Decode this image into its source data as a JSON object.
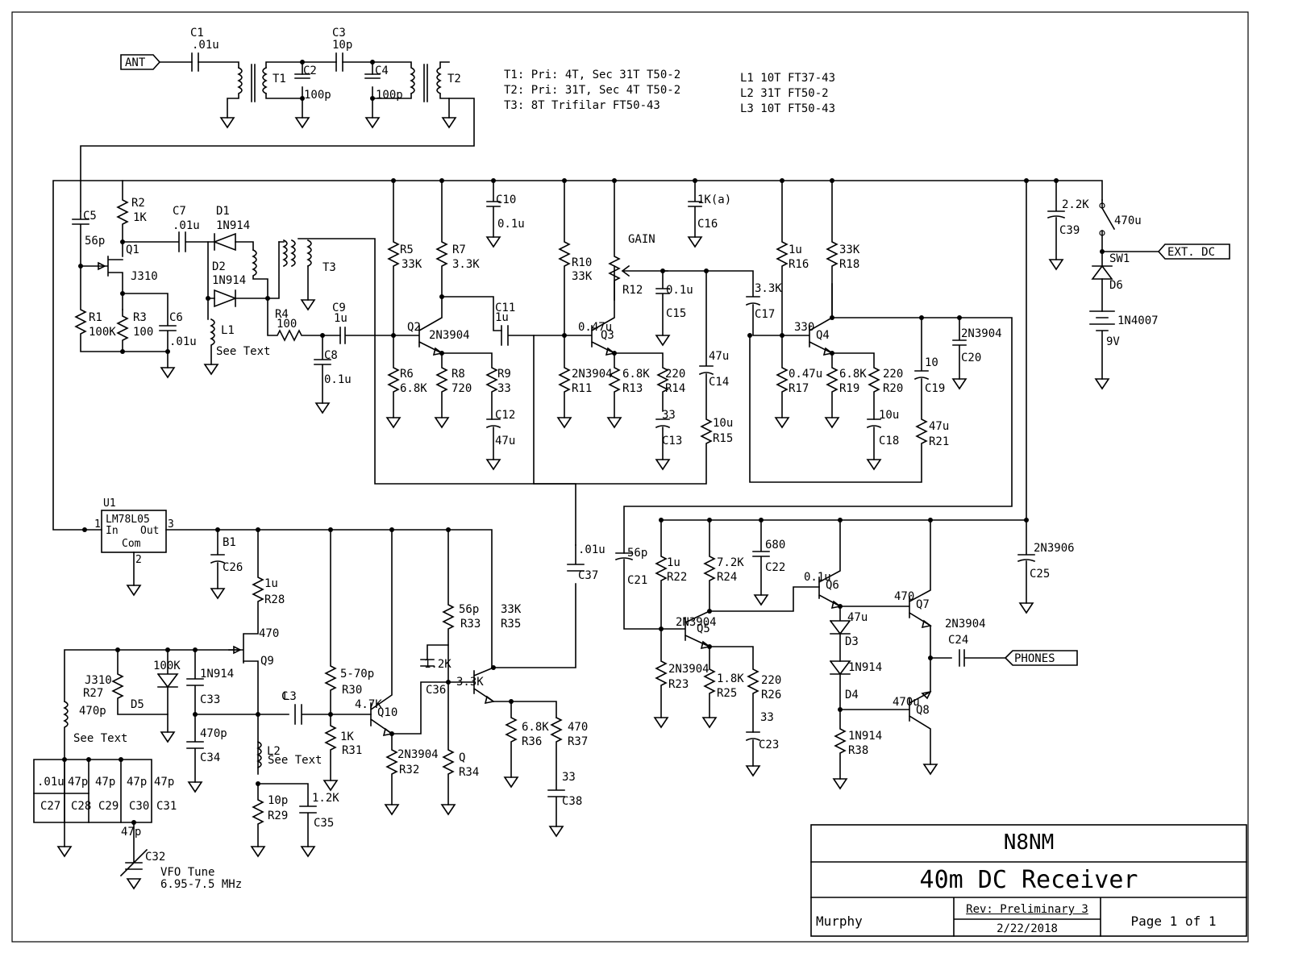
{
  "title_block": {
    "designer_call": "N8NM",
    "title": "40m DC Receiver",
    "author": "Murphy",
    "revision": "Rev: Preliminary 3",
    "date": "2/22/2018",
    "page": "Page 1 of 1"
  },
  "notes": {
    "transformers": [
      "T1: Pri: 4T, Sec 31T T50-2",
      "T2: Pri: 31T, Sec 4T T50-2",
      "T3: 8T Trifilar FT50-43"
    ],
    "inductors": [
      "L1 10T FT37-43",
      "L2 31T FT50-2",
      "L3 10T FT50-43"
    ],
    "vfo_tune": "VFO Tune",
    "vfo_range": "6.95-7.5 MHz",
    "see_text": "See Text",
    "gain": "GAIN"
  },
  "ports": {
    "ant": "ANT",
    "ext_dc": "EXT. DC",
    "phones": "PHONES"
  },
  "u1": {
    "ref": "U1",
    "part": "LM78L05",
    "in": "In",
    "out": "Out",
    "com": "Com",
    "pin1": "1",
    "pin2": "2",
    "pin3": "3"
  },
  "labels": [
    {
      "t": "C1"
    },
    {
      "t": ".01u"
    },
    {
      "t": "C3"
    },
    {
      "t": "10p"
    },
    {
      "t": "T1"
    },
    {
      "t": "C2"
    },
    {
      "t": "100p"
    },
    {
      "t": "C4"
    },
    {
      "t": "100p"
    },
    {
      "t": "T2"
    },
    {
      "t": "C5"
    },
    {
      "t": "56p"
    },
    {
      "t": "R2"
    },
    {
      "t": "1K"
    },
    {
      "t": "C7"
    },
    {
      "t": ".01u"
    },
    {
      "t": "D1"
    },
    {
      "t": "1N914"
    },
    {
      "t": "Q1"
    },
    {
      "t": "J310"
    },
    {
      "t": "D2"
    },
    {
      "t": "1N914"
    },
    {
      "t": "T3"
    },
    {
      "t": "R1"
    },
    {
      "t": "100K"
    },
    {
      "t": "R3"
    },
    {
      "t": "100"
    },
    {
      "t": "C6"
    },
    {
      "t": ".01u"
    },
    {
      "t": "L1"
    },
    {
      "t": "R4"
    },
    {
      "t": "100"
    },
    {
      "t": "C9"
    },
    {
      "t": "1u"
    },
    {
      "t": "C8"
    },
    {
      "t": "0.1u"
    },
    {
      "t": "C10"
    },
    {
      "t": "0.1u"
    },
    {
      "t": "R5"
    },
    {
      "t": "33K"
    },
    {
      "t": "R7"
    },
    {
      "t": "3.3K"
    },
    {
      "t": "Q2"
    },
    {
      "t": "2N3904"
    },
    {
      "t": "R6"
    },
    {
      "t": "6.8K"
    },
    {
      "t": "R8"
    },
    {
      "t": "720"
    },
    {
      "t": "R9"
    },
    {
      "t": "33"
    },
    {
      "t": "C12"
    },
    {
      "t": "47u"
    },
    {
      "t": "C11"
    },
    {
      "t": "1u"
    },
    {
      "t": "R10"
    },
    {
      "t": "33K"
    },
    {
      "t": "R12"
    },
    {
      "t": "1K(a)"
    },
    {
      "t": "C16"
    },
    {
      "t": "0.1u"
    },
    {
      "t": "C15"
    },
    {
      "t": "0.47u"
    },
    {
      "t": "Q3"
    },
    {
      "t": "2N3904"
    },
    {
      "t": "R11"
    },
    {
      "t": "6.8K"
    },
    {
      "t": "R13"
    },
    {
      "t": "220"
    },
    {
      "t": "R14"
    },
    {
      "t": "33"
    },
    {
      "t": "C13"
    },
    {
      "t": "47u"
    },
    {
      "t": "C14"
    },
    {
      "t": "10u"
    },
    {
      "t": "R15"
    },
    {
      "t": "3.3K"
    },
    {
      "t": "C17"
    },
    {
      "t": "1u"
    },
    {
      "t": "R16"
    },
    {
      "t": "33K"
    },
    {
      "t": "R18"
    },
    {
      "t": "330"
    },
    {
      "t": "Q4"
    },
    {
      "t": "2N3904"
    },
    {
      "t": "C20"
    },
    {
      "t": "0.47u"
    },
    {
      "t": "R17"
    },
    {
      "t": "6.8K"
    },
    {
      "t": "R19"
    },
    {
      "t": "220"
    },
    {
      "t": "R20"
    },
    {
      "t": "10"
    },
    {
      "t": "C19"
    },
    {
      "t": "10u"
    },
    {
      "t": "C18"
    },
    {
      "t": "47u"
    },
    {
      "t": "R21"
    },
    {
      "t": "2.2K"
    },
    {
      "t": "C39"
    },
    {
      "t": "470u"
    },
    {
      "t": "SW1"
    },
    {
      "t": "D6"
    },
    {
      "t": "1N4007"
    },
    {
      "t": "9V"
    },
    {
      "t": "B1"
    },
    {
      "t": "C26"
    },
    {
      "t": "1u"
    },
    {
      "t": "R28"
    },
    {
      "t": "470"
    },
    {
      "t": "Q9"
    },
    {
      "t": "J310"
    },
    {
      "t": "R27"
    },
    {
      "t": "100K"
    },
    {
      "t": "D5"
    },
    {
      "t": "1N914"
    },
    {
      "t": "C33"
    },
    {
      "t": "470p"
    },
    {
      "t": "C34"
    },
    {
      "t": "470p"
    },
    {
      "t": "L2"
    },
    {
      "t": "L3"
    },
    {
      "t": "C"
    },
    {
      "t": "10p"
    },
    {
      "t": "R29"
    },
    {
      "t": "1.2K"
    },
    {
      "t": "C35"
    },
    {
      "t": ".01u"
    },
    {
      "t": "C27"
    },
    {
      "t": "47p"
    },
    {
      "t": "C28"
    },
    {
      "t": "47p"
    },
    {
      "t": "C29"
    },
    {
      "t": "47p"
    },
    {
      "t": "C30"
    },
    {
      "t": "47p"
    },
    {
      "t": "C31"
    },
    {
      "t": "47p"
    },
    {
      "t": "C32"
    },
    {
      "t": "5-70p"
    },
    {
      "t": "R30"
    },
    {
      "t": "1K"
    },
    {
      "t": "R31"
    },
    {
      "t": "4.7K"
    },
    {
      "t": "Q10"
    },
    {
      "t": "2N3904"
    },
    {
      "t": "R32"
    },
    {
      "t": "1.2K"
    },
    {
      "t": "C36"
    },
    {
      "t": "56p"
    },
    {
      "t": "R33"
    },
    {
      "t": "33K"
    },
    {
      "t": "R35"
    },
    {
      "t": "3.3K"
    },
    {
      "t": "Q"
    },
    {
      "t": "R34"
    },
    {
      "t": "6.8K"
    },
    {
      "t": "R36"
    },
    {
      "t": "470"
    },
    {
      "t": "R37"
    },
    {
      "t": "33"
    },
    {
      "t": "C38"
    },
    {
      "t": ".01u"
    },
    {
      "t": "C37"
    },
    {
      "t": "56p"
    },
    {
      "t": "C21"
    },
    {
      "t": "1u"
    },
    {
      "t": "R22"
    },
    {
      "t": "7.2K"
    },
    {
      "t": "R24"
    },
    {
      "t": "680"
    },
    {
      "t": "C22"
    },
    {
      "t": "0.1u"
    },
    {
      "t": "Q6"
    },
    {
      "t": "2N3904"
    },
    {
      "t": "Q5"
    },
    {
      "t": "2N3904"
    },
    {
      "t": "R23"
    },
    {
      "t": "1.8K"
    },
    {
      "t": "R25"
    },
    {
      "t": "220"
    },
    {
      "t": "R26"
    },
    {
      "t": "33"
    },
    {
      "t": "C23"
    },
    {
      "t": "47u"
    },
    {
      "t": "D3"
    },
    {
      "t": "1N914"
    },
    {
      "t": "D4"
    },
    {
      "t": "1N914"
    },
    {
      "t": "R38"
    },
    {
      "t": "470"
    },
    {
      "t": "Q7"
    },
    {
      "t": "2N3904"
    },
    {
      "t": "C24"
    },
    {
      "t": "470u"
    },
    {
      "t": "Q8"
    },
    {
      "t": "2N3906"
    },
    {
      "t": "C25"
    },
    {
      "t": "470u"
    }
  ]
}
